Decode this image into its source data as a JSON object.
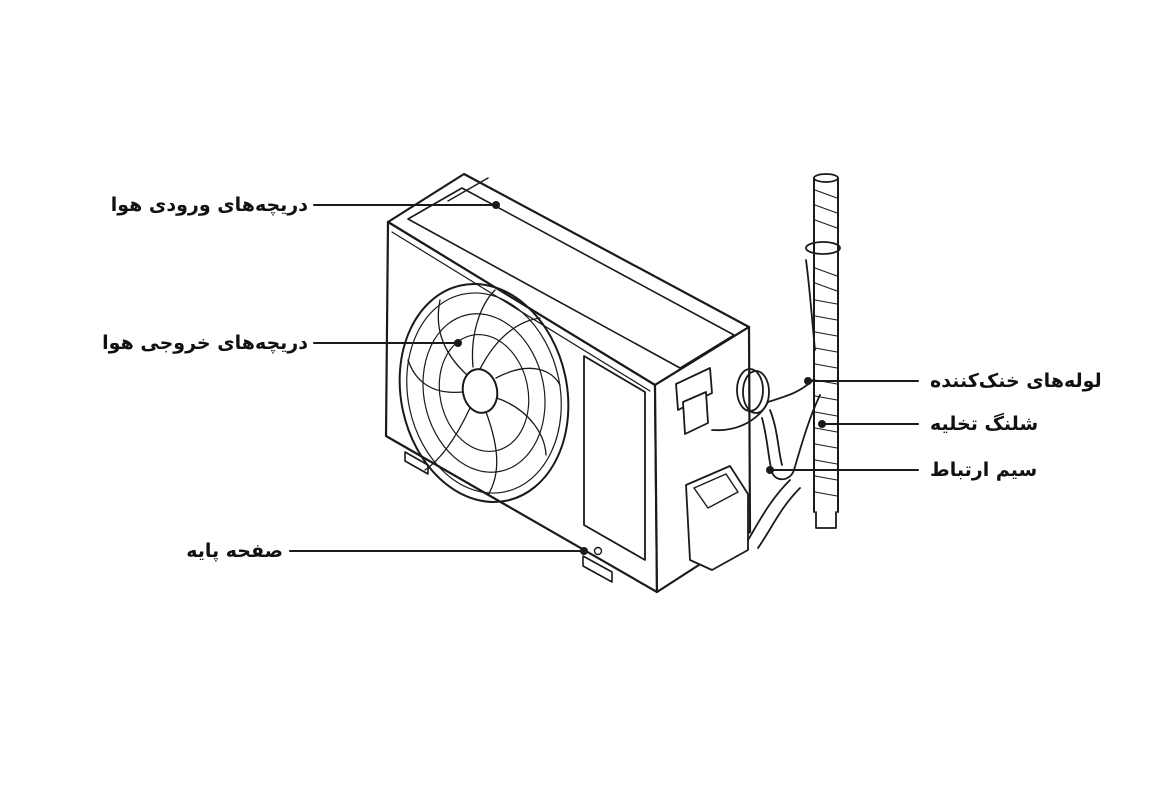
{
  "labels": {
    "air_inlet": "دریچه‌های ورودی هوا",
    "air_outlet": "دریچه‌های خروجی هوا",
    "base_plate": "صفحه پایه",
    "refrigerant_pipes": "لوله‌های خنک‌کننده",
    "drain_hose": "شلنگ تخلیه",
    "connecting_wire": "سیم ارتباط"
  },
  "colors": {
    "line": "#1a1a1a",
    "background": "#ffffff",
    "text": "#111111"
  }
}
